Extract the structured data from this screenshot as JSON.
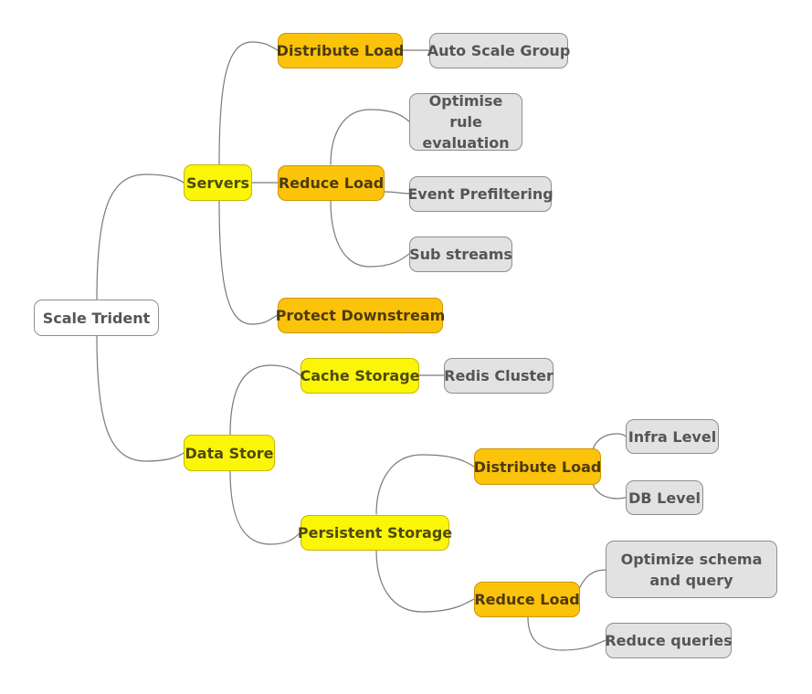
{
  "mindmap": {
    "root": "Scale Trident",
    "servers": {
      "label": "Servers",
      "distribute_load": "Distribute Load",
      "auto_scale_group": "Auto Scale Group",
      "reduce_load": "Reduce Load",
      "optimise_rule": "Optimise rule evaluation",
      "event_prefiltering": "Event Prefiltering",
      "sub_streams": "Sub streams",
      "protect_downstream": "Protect Downstream"
    },
    "data_store": {
      "label": "Data Store",
      "cache_storage": "Cache Storage",
      "redis_cluster": "Redis Cluster",
      "persistent_storage": "Persistent Storage",
      "distribute_load": "Distribute Load",
      "infra_level": "Infra Level",
      "db_level": "DB Level",
      "reduce_load": "Reduce Load",
      "optimize_schema": "Optimize schema and query",
      "reduce_queries": "Reduce queries"
    }
  },
  "colors": {
    "root_fill": "#ffffff",
    "level1_fill": "#fbf507",
    "level2_fill": "#fcc30b",
    "leaf_fill": "#e2e2e2",
    "connector": "#7a7a7a"
  }
}
